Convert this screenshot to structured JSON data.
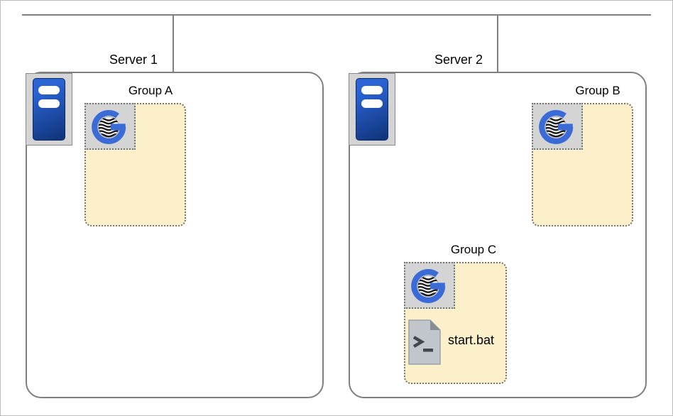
{
  "colors": {
    "page_border": "#bdbdbd",
    "line": "#7f7f7f",
    "box_border": "#7f7f7f",
    "group_fill": "#fcf0cb",
    "group_border": "#757575",
    "icon_bg": "#d4d4d4",
    "server_blue": "#2a63d4",
    "server_blue_dark": "#12367e",
    "logo_blue": "#3a6bd6",
    "file_gray": "#c0c6cb",
    "file_fold": "#878e94"
  },
  "servers": [
    {
      "label": "Server 1"
    },
    {
      "label": "Server 2"
    }
  ],
  "groups": [
    {
      "label": "Group A"
    },
    {
      "label": "Group B"
    },
    {
      "label": "Group C"
    }
  ],
  "files": [
    {
      "label": "start.bat"
    }
  ]
}
